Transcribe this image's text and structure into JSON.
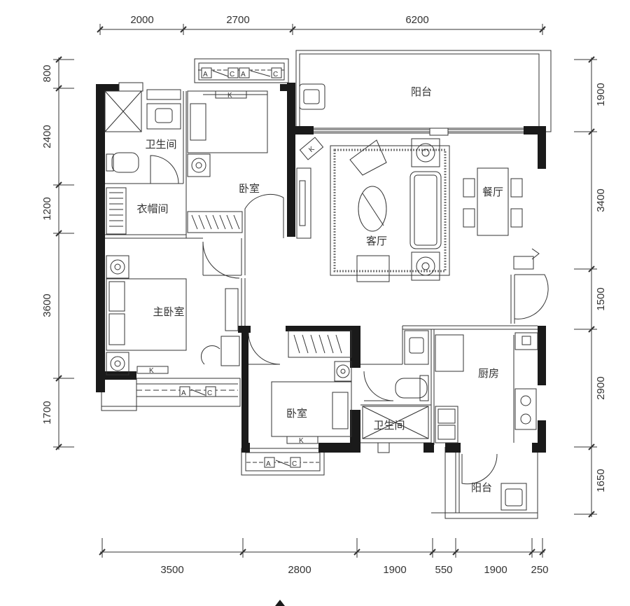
{
  "dimensions": {
    "top": [
      "2000",
      "2700",
      "6200"
    ],
    "bottom": [
      "3500",
      "2800",
      "1900",
      "550",
      "1900",
      "250"
    ],
    "left": [
      "800",
      "2400",
      "1200",
      "3600",
      "1700"
    ],
    "right": [
      "1900",
      "3400",
      "1500",
      "2900",
      "1650"
    ]
  },
  "rooms": {
    "balcony_north": "阳台",
    "bathroom_1": "卫生间",
    "bedroom_1": "卧室",
    "closet": "衣帽间",
    "living_room": "客厅",
    "dining_room": "餐厅",
    "master_bedroom": "主卧室",
    "bedroom_2": "卧室",
    "bathroom_2": "卫生间",
    "kitchen": "厨房",
    "balcony_south": "阳台"
  },
  "markers": {
    "window_a": "A",
    "window_c": "C",
    "ac": "K"
  },
  "colors": {
    "wall": "#1a1a1a",
    "line": "#333333",
    "background": "#ffffff"
  }
}
